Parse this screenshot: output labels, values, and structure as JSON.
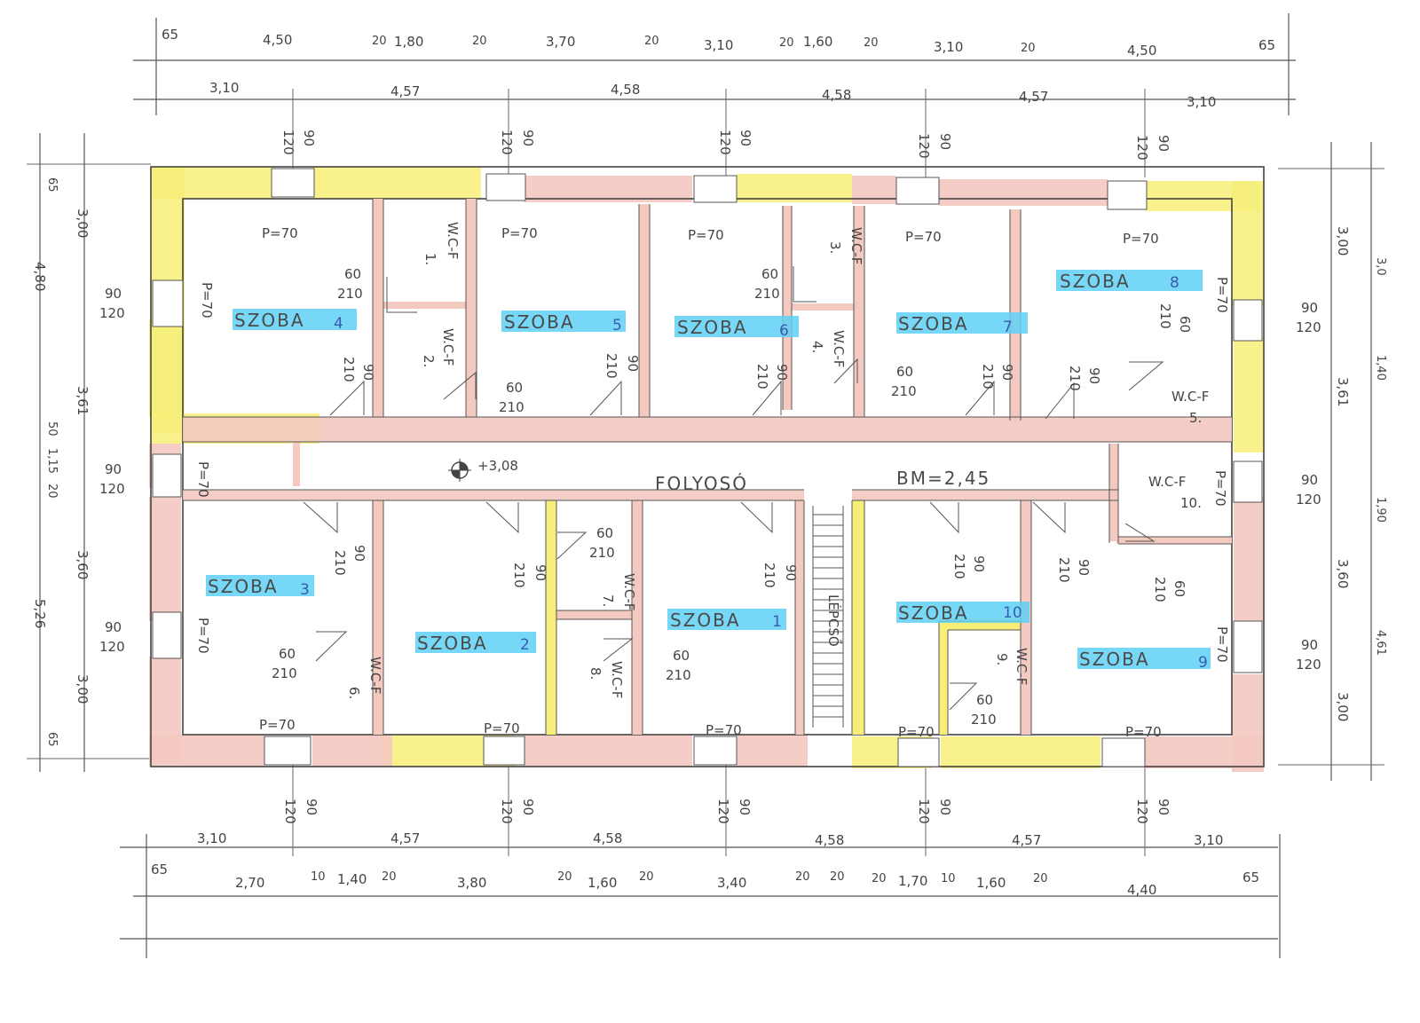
{
  "rooms": [
    {
      "label": "SZOBA",
      "num": "4"
    },
    {
      "label": "SZOBA",
      "num": "5"
    },
    {
      "label": "SZOBA",
      "num": "6"
    },
    {
      "label": "SZOBA",
      "num": "7"
    },
    {
      "label": "SZOBA",
      "num": "8"
    },
    {
      "label": "SZOBA",
      "num": "3"
    },
    {
      "label": "SZOBA",
      "num": "2"
    },
    {
      "label": "SZOBA",
      "num": "1"
    },
    {
      "label": "SZOBA",
      "num": "10"
    },
    {
      "label": "SZOBA",
      "num": "9"
    }
  ],
  "wc": [
    {
      "text": "W.C-F",
      "num": "1."
    },
    {
      "text": "W.C-F",
      "num": "2."
    },
    {
      "text": "W.C-F",
      "num": "3."
    },
    {
      "text": "W.C-F",
      "num": "4."
    },
    {
      "text": "W.C-F",
      "num": "5."
    },
    {
      "text": "W.C-F",
      "num": "6."
    },
    {
      "text": "W.C-F",
      "num": "7."
    },
    {
      "text": "W.C-F",
      "num": "8."
    },
    {
      "text": "W.C-F",
      "num": "9."
    },
    {
      "text": "W.C-F",
      "num": "10."
    }
  ],
  "corridor": {
    "label": "FOLYOSÓ",
    "level": "+3,08",
    "height": "BM=2,45"
  },
  "stair": {
    "label": "LÉPCSŐ"
  },
  "parapet": "P=70",
  "door_top": "60",
  "door_bottom": "210",
  "door_90": "90",
  "window_90": "90",
  "window_120": "120",
  "dims_top_row1": [
    "65",
    "4,50",
    "20",
    "1,80",
    "20",
    "3,70",
    "20",
    "3,10",
    "20",
    "1,60",
    "20",
    "3,10",
    "20",
    "4,50",
    "65"
  ],
  "dims_top_row2": [
    "3,10",
    "4,57",
    "4,58",
    "4,58",
    "4,57",
    "3,10"
  ],
  "dims_bottom_row1": [
    "3,10",
    "4,57",
    "4,58",
    "4,58",
    "4,57",
    "3,10"
  ],
  "dims_bottom_row2": [
    "65",
    "2,70",
    "10",
    "1,40",
    "20",
    "3,80",
    "20",
    "1,60",
    "20",
    "3,40",
    "20",
    "20",
    "20",
    "1,70",
    "10",
    "1,60",
    "20",
    "4,40",
    "65"
  ],
  "dims_left_outer": [
    "65",
    "3,00",
    "4,80",
    "3,61",
    "50",
    "1,15",
    "20",
    "3,60",
    "5,26",
    "3,00",
    "65"
  ],
  "dims_right_outer": [
    "3,00",
    "3,61",
    "3,60",
    "3,00"
  ],
  "dims_right_edge": [
    "3,0",
    "1,40",
    "1,90",
    "4,61"
  ]
}
